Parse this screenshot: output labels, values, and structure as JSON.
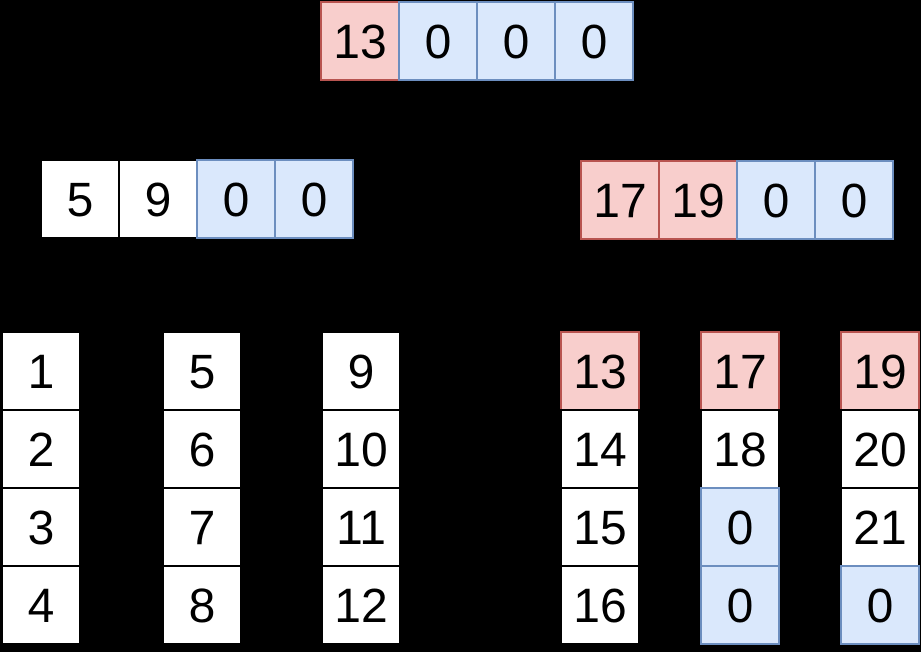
{
  "diagram": {
    "background": "#000000",
    "colors": {
      "highlight_fill": "#f8cecc",
      "highlight_stroke": "#b85450",
      "empty_fill": "#dae8fc",
      "empty_stroke": "#6c8ebf",
      "plain_fill": "#ffffff",
      "plain_stroke": "#000000",
      "text": "#000000"
    },
    "arrays": {
      "root": {
        "orientation": "horizontal",
        "cells": [
          {
            "value": "13",
            "style": "red"
          },
          {
            "value": "0",
            "style": "blue"
          },
          {
            "value": "0",
            "style": "blue"
          },
          {
            "value": "0",
            "style": "blue"
          }
        ]
      },
      "internal_left": {
        "orientation": "horizontal",
        "cells": [
          {
            "value": "5",
            "style": "white"
          },
          {
            "value": "9",
            "style": "white"
          },
          {
            "value": "0",
            "style": "blue"
          },
          {
            "value": "0",
            "style": "blue"
          }
        ]
      },
      "internal_right": {
        "orientation": "horizontal",
        "cells": [
          {
            "value": "17",
            "style": "red"
          },
          {
            "value": "19",
            "style": "red"
          },
          {
            "value": "0",
            "style": "blue"
          },
          {
            "value": "0",
            "style": "blue"
          }
        ]
      },
      "leaf_1": {
        "orientation": "vertical",
        "cells": [
          {
            "value": "1",
            "style": "white"
          },
          {
            "value": "2",
            "style": "white"
          },
          {
            "value": "3",
            "style": "white"
          },
          {
            "value": "4",
            "style": "white"
          }
        ]
      },
      "leaf_2": {
        "orientation": "vertical",
        "cells": [
          {
            "value": "5",
            "style": "white"
          },
          {
            "value": "6",
            "style": "white"
          },
          {
            "value": "7",
            "style": "white"
          },
          {
            "value": "8",
            "style": "white"
          }
        ]
      },
      "leaf_3": {
        "orientation": "vertical",
        "cells": [
          {
            "value": "9",
            "style": "white"
          },
          {
            "value": "10",
            "style": "white"
          },
          {
            "value": "11",
            "style": "white"
          },
          {
            "value": "12",
            "style": "white"
          }
        ]
      },
      "leaf_4": {
        "orientation": "vertical",
        "cells": [
          {
            "value": "13",
            "style": "red"
          },
          {
            "value": "14",
            "style": "white"
          },
          {
            "value": "15",
            "style": "white"
          },
          {
            "value": "16",
            "style": "white"
          }
        ]
      },
      "leaf_5": {
        "orientation": "vertical",
        "cells": [
          {
            "value": "17",
            "style": "red"
          },
          {
            "value": "18",
            "style": "white"
          },
          {
            "value": "0",
            "style": "blue"
          },
          {
            "value": "0",
            "style": "blue"
          }
        ]
      },
      "leaf_6": {
        "orientation": "vertical",
        "cells": [
          {
            "value": "19",
            "style": "red"
          },
          {
            "value": "20",
            "style": "white"
          },
          {
            "value": "21",
            "style": "white"
          },
          {
            "value": "0",
            "style": "blue"
          }
        ]
      }
    }
  }
}
